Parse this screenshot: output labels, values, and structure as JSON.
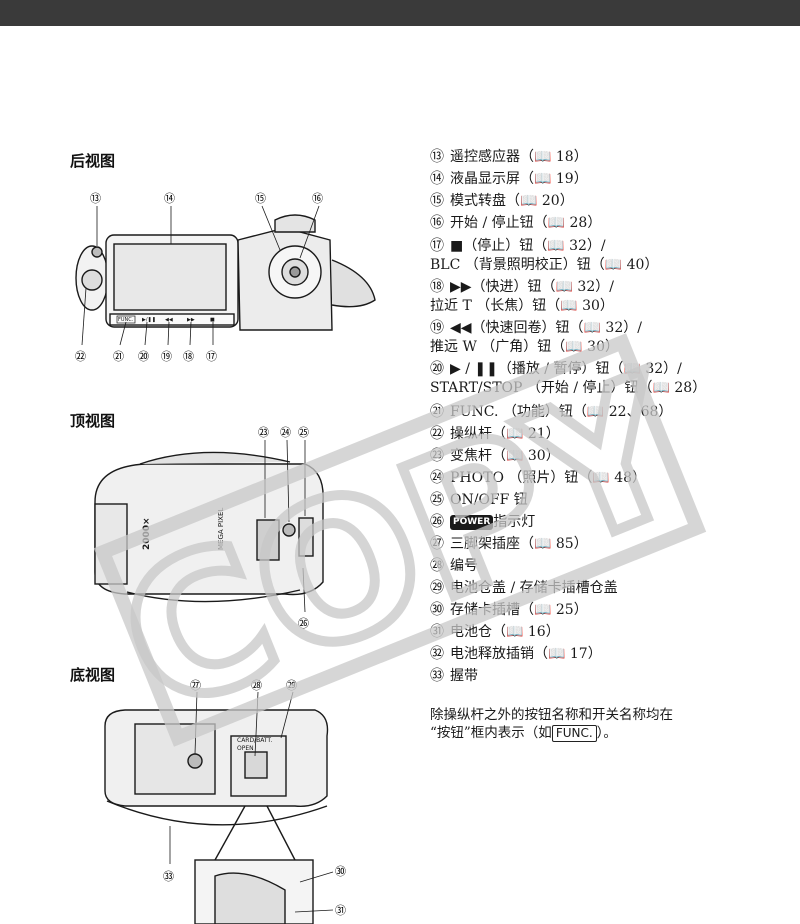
{
  "headings": {
    "rear": "后视图",
    "top": "顶视图",
    "bottom": "底视图"
  },
  "parts": [
    {
      "num": "⑬",
      "text": "遥控感应器（📖 18）"
    },
    {
      "num": "⑭",
      "text": "液晶显示屏（📖 19）"
    },
    {
      "num": "⑮",
      "text": "模式转盘（📖 20）"
    },
    {
      "num": "⑯",
      "text": "开始 / 停止钮（📖 28）"
    },
    {
      "num": "⑰",
      "text": "■（停止）钮（📖 32）/",
      "text2": "BLC （背景照明校正）钮（📖 40）"
    },
    {
      "num": "⑱",
      "text": "▶▶（快进）钮（📖 32）/",
      "text2": "拉近 T （长焦）钮（📖 30）"
    },
    {
      "num": "⑲",
      "text": "◀◀（快速回卷）钮（📖 32）/",
      "text2": "推远 W （广角）钮（📖 30）"
    },
    {
      "num": "⑳",
      "text": "▶ / ❚❚（播放 / 暂停）钮（📖 32）/",
      "text2": "START/STOP （开始 / 停止）钮（📖 28）"
    },
    {
      "num": "㉑",
      "text": "FUNC. （功能）钮（📖 22、68）"
    },
    {
      "num": "㉒",
      "text": "操纵杆（📖 21）"
    },
    {
      "num": "㉓",
      "text": "变焦杆（📖 30）"
    },
    {
      "num": "㉔",
      "text": "PHOTO （照片）钮（📖 48）"
    },
    {
      "num": "㉕",
      "text": "ON/OFF 钮"
    },
    {
      "num": "㉖",
      "badge": "POWER",
      "text": "指示灯"
    },
    {
      "num": "㉗",
      "text": "三脚架插座（📖 85）"
    },
    {
      "num": "㉘",
      "text": "编号"
    },
    {
      "num": "㉙",
      "text": "电池仓盖 / 存储卡插槽仓盖"
    },
    {
      "num": "㉚",
      "text": "存储卡插槽（📖 25）"
    },
    {
      "num": "㉛",
      "text": "电池仓（📖 16）"
    },
    {
      "num": "㉜",
      "text": "电池释放插销（📖 17）"
    },
    {
      "num": "㉝",
      "text": "握带"
    }
  ],
  "note": {
    "line1": "除操纵杆之外的按钮名称和开关名称均在",
    "line2_pre": "“按钮”框内表示（如",
    "func": "FUNC.",
    "line2_post": "）。"
  },
  "watermark": "COPY",
  "figures": {
    "rear_labels": [
      "⑬",
      "⑭",
      "⑮",
      "⑯",
      "㉒",
      "㉑",
      "⑳",
      "⑲",
      "⑱",
      "⑰"
    ],
    "rear_buttons": [
      "FUNC.",
      "▶/❚❚",
      "◀◀",
      "▶▶",
      "■"
    ],
    "top_labels": [
      "㉓",
      "㉔",
      "㉕",
      "㉖"
    ],
    "top_text": [
      "2000×",
      "MEGA PIXEL"
    ],
    "bottom_labels": [
      "㉗",
      "㉘",
      "㉙",
      "㉝",
      "㉚",
      "㉛"
    ],
    "bottom_text": [
      "CARD/BATT.",
      "OPEN"
    ]
  },
  "colors": {
    "topbar": "#3a3a3a",
    "ink": "#1a1a1a",
    "watermark": "#c8c8c8"
  }
}
